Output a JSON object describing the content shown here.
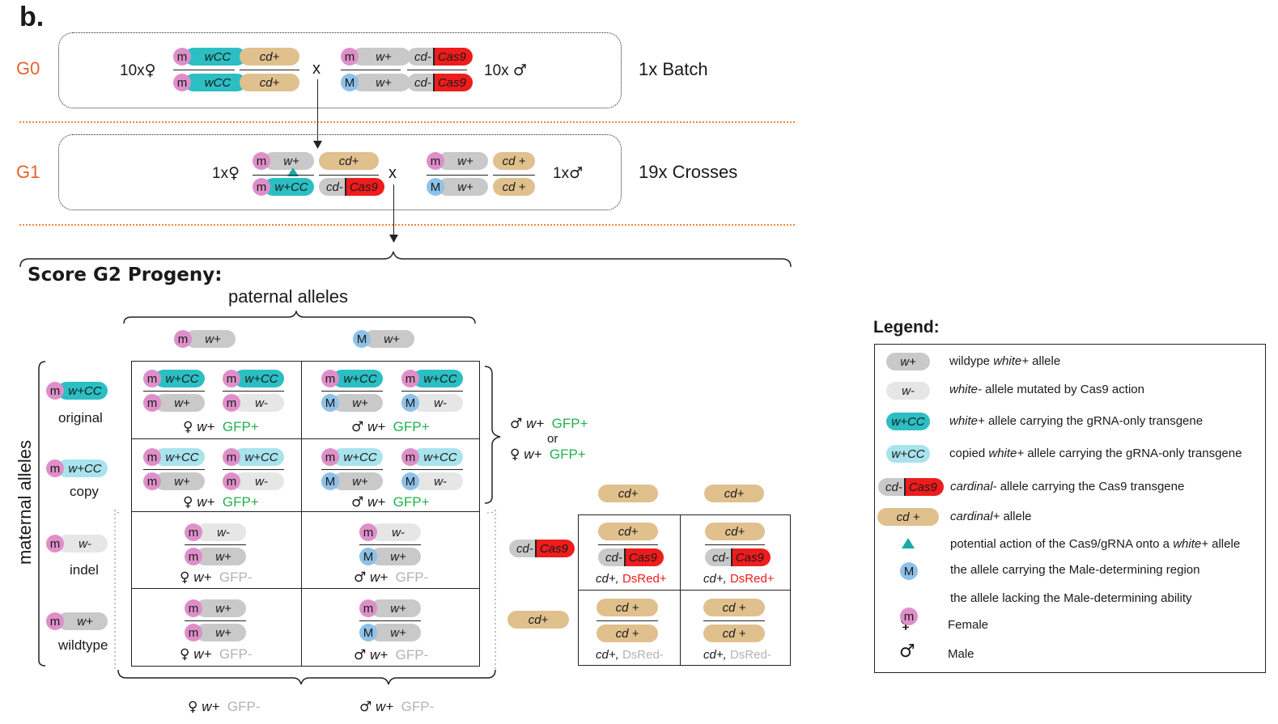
{
  "panel_label": "b.",
  "generations": {
    "g0": "G0",
    "g1": "G1"
  },
  "g0": {
    "female_count": "10x",
    "male_count": "10x",
    "cross": "x",
    "batch": "1x Batch"
  },
  "g1": {
    "female_count": "1x",
    "male_count": "1x",
    "cross": "x",
    "crosses": "19x Crosses"
  },
  "score_title": "Score G2 Progeny:",
  "paternal_title": "paternal alleles",
  "maternal_title": "maternal alleles",
  "symbols": {
    "female": "♀",
    "male": "♂"
  },
  "alleles": {
    "m": "m",
    "M": "M",
    "w_plus": "w+",
    "w_minus": "w-",
    "wCC": "wCC",
    "w_plus_cc": "w+CC",
    "cd_plus": "cd+",
    "cd_plus_sp": "cd +",
    "cd_minus": "cd-",
    "cas9": "Cas9"
  },
  "maternal_rows": [
    "original",
    "copy",
    "indel",
    "wildtype"
  ],
  "phenotypes": {
    "w_plus": "w+",
    "gfp_pos": "GFP+",
    "gfp_neg": "GFP-",
    "or": "or",
    "cd_plus_comma": "cd+,",
    "dsred_pos": "DsRed+",
    "dsred_neg": "DsRed-"
  },
  "legend": {
    "title": "Legend:",
    "items": [
      {
        "pre": "wildype ",
        "it": "white+",
        "post": " allele"
      },
      {
        "pre": "",
        "it": "white-",
        "post": " allele mutated by Cas9 action"
      },
      {
        "pre": "",
        "it": "white+",
        "post": " allele carrying the gRNA-only transgene"
      },
      {
        "pre": "copied ",
        "it": "white+",
        "post": " allele carrying the gRNA-only transgene"
      },
      {
        "pre": "",
        "it": "cardinal-",
        "post": " allele carrying the Cas9 transgene"
      },
      {
        "pre": "",
        "it": "cardinal+",
        "post": " allele"
      },
      {
        "pre": "potential action of the Cas9/gRNA onto a ",
        "it": "white+",
        "post": " allele"
      },
      {
        "pre": "the allele carrying the Male-determining region",
        "it": "",
        "post": ""
      },
      {
        "pre": "the allele lacking the Male-determining ability",
        "it": "",
        "post": ""
      },
      {
        "pre": "Female",
        "it": "",
        "post": ""
      },
      {
        "pre": "Male",
        "it": "",
        "post": ""
      }
    ]
  },
  "colors": {
    "generation_label": "#e8622a",
    "m_dot": "#de8fc9",
    "M_dot": "#8ec1e8",
    "w_plus": "#c9c9c9",
    "w_minus": "#e6e6e6",
    "w_plus_cc": "#2bbfc3",
    "w_plus_cc_copy": "#a9e4ee",
    "cas9": "#ee1c1c",
    "cd_plus": "#e0c08d",
    "gfp_pos": "#22b14c",
    "negative": "#b3b3b3",
    "separator": "#f0873f"
  }
}
